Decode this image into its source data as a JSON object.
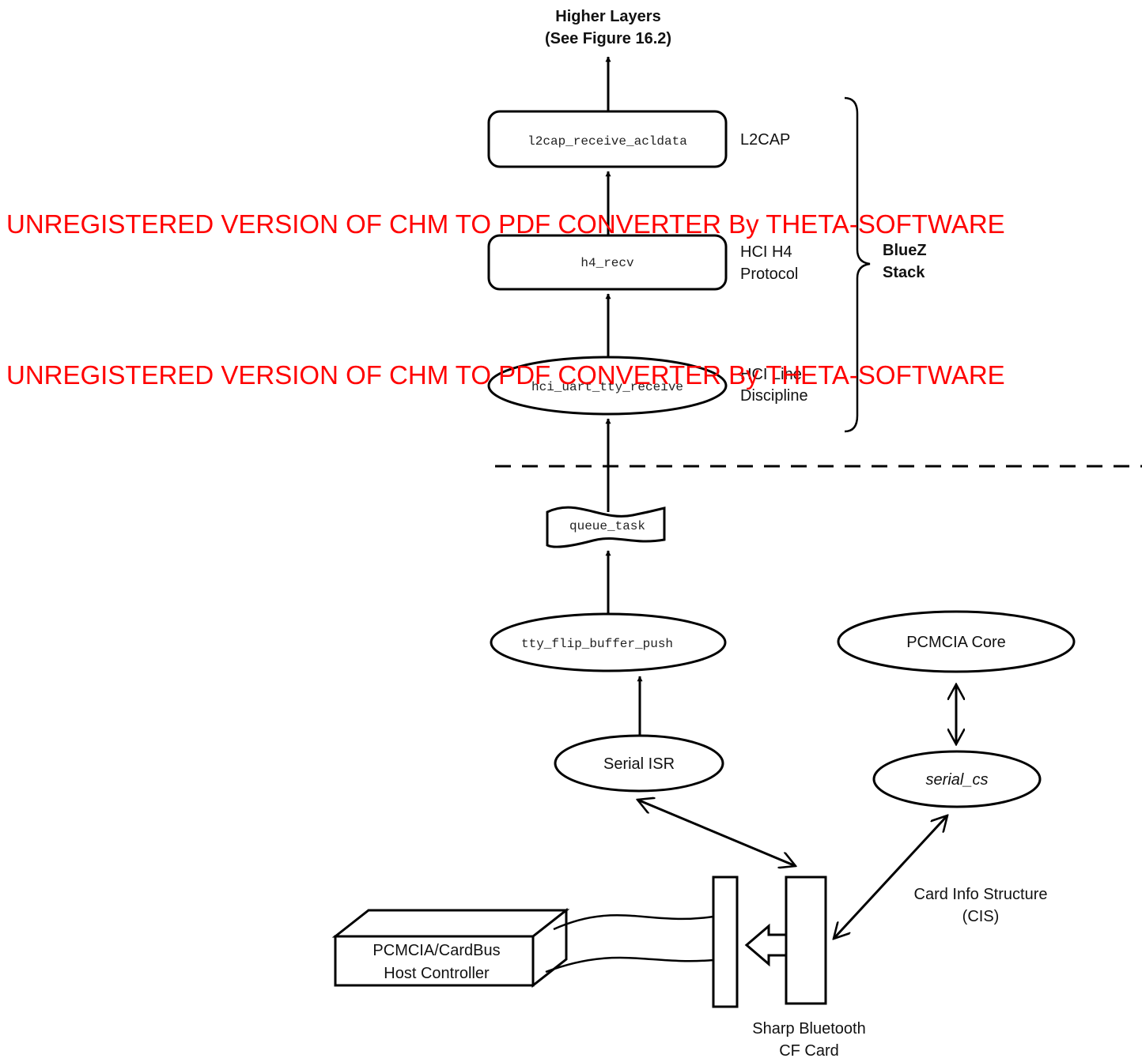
{
  "top": {
    "line1": "Higher Layers",
    "line2": "(See Figure 16.2)"
  },
  "nodes": {
    "l2cap_fn": "l2cap_receive_acldata",
    "h4_fn": "h4_recv",
    "ldisc_fn": "hci_uart_tty_receive",
    "queue_fn": "queue_task",
    "flip_fn": "tty_flip_buffer_push",
    "pcmcia_core": "PCMCIA Core",
    "serial_isr": "Serial ISR",
    "serial_cs": "serial_cs"
  },
  "labels": {
    "l2cap": "L2CAP",
    "h4_line1": "HCI H4",
    "h4_line2": "Protocol",
    "ldisc_line1": "HCI Line",
    "ldisc_line2": "Discipline",
    "bluez_line1": "BlueZ",
    "bluez_line2": "Stack",
    "cis_line1": "Card Info Structure",
    "cis_line2": "(CIS)",
    "host_line1": "PCMCIA/CardBus",
    "host_line2": "Host Controller",
    "card_line1": "Sharp Bluetooth",
    "card_line2": "CF Card"
  },
  "watermark": {
    "line1": "UNREGISTERED VERSION OF CHM TO PDF CONVERTER By THETA-SOFTWARE",
    "line2": "UNREGISTERED VERSION OF CHM TO PDF CONVERTER By THETA-SOFTWARE",
    "color": "#ff0000"
  }
}
